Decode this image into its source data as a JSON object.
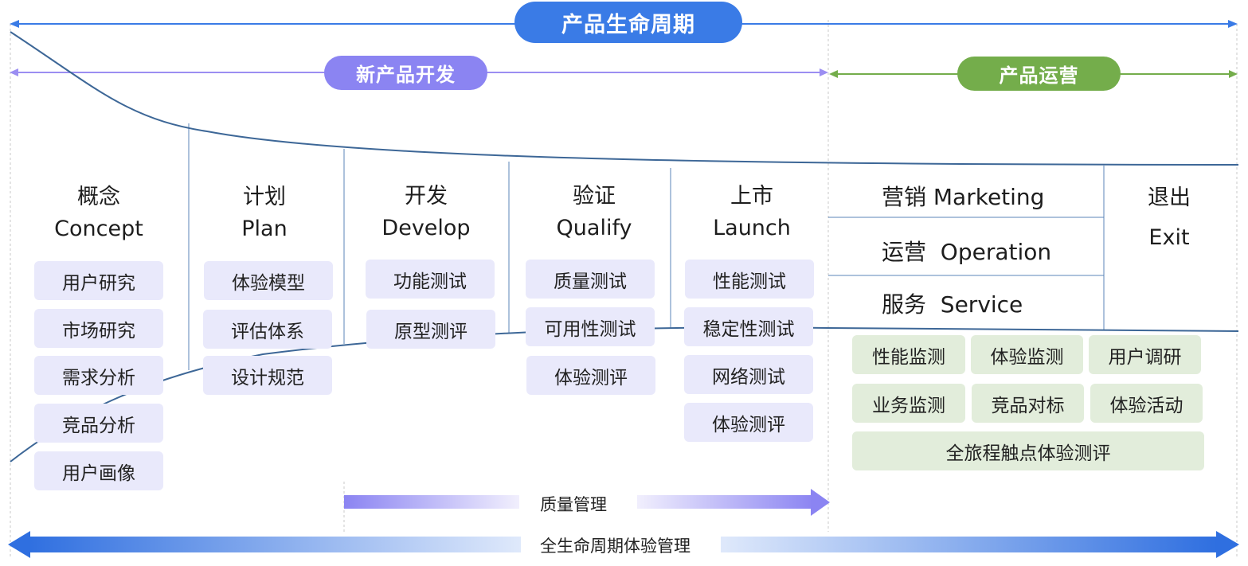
{
  "header": {
    "lifecycle": "产品生命周期",
    "new_product": "新产品开发",
    "operation": "产品运营"
  },
  "stages": [
    {
      "cn": "概念",
      "en": "Concept",
      "items": [
        "用户研究",
        "市场研究",
        "需求分析",
        "竞品分析",
        "用户画像"
      ]
    },
    {
      "cn": "计划",
      "en": "Plan",
      "items": [
        "体验模型",
        "评估体系",
        "设计规范"
      ]
    },
    {
      "cn": "开发",
      "en": "Develop",
      "items": [
        "功能测试",
        "原型测评"
      ]
    },
    {
      "cn": "验证",
      "en": "Qualify",
      "items": [
        "质量测试",
        "可用性测试",
        "体验测评"
      ]
    },
    {
      "cn": "上市",
      "en": "Launch",
      "items": [
        "性能测试",
        "稳定性测试",
        "网络测试",
        "体验测评"
      ]
    }
  ],
  "operations": {
    "rows": [
      "营销 Marketing",
      "运营  Operation",
      "服务  Service"
    ],
    "exit": {
      "cn": "退出",
      "en": "Exit"
    },
    "items": [
      "性能监测",
      "体验监测",
      "用户调研",
      "业务监测",
      "竞品对标",
      "体验活动",
      "全旅程触点体验测评"
    ]
  },
  "bottom": {
    "quality": "质量管理",
    "lifecycle_mgmt": "全生命周期体验管理"
  },
  "colors": {
    "blue": "#3a7be6",
    "purple": "#8b84f2",
    "green": "#74ad4b",
    "curve": "#3d6797"
  }
}
